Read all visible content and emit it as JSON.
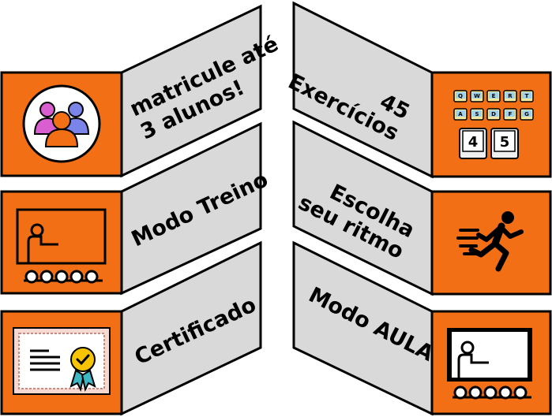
{
  "colors": {
    "orange": "#f26f15",
    "panel": "#d9d9d9",
    "outline": "#000000",
    "white": "#ffffff"
  },
  "features": [
    {
      "id": "students",
      "side": "left",
      "lines": [
        "matricule até",
        "3 alunos!"
      ],
      "icon": "students-group-icon"
    },
    {
      "id": "exercises",
      "side": "right",
      "lines": [
        "45",
        "Exercícios"
      ],
      "icon": "keyboard-keys-icon"
    },
    {
      "id": "training",
      "side": "left",
      "lines": [
        "Modo Treino"
      ],
      "icon": "presentation-board-icon"
    },
    {
      "id": "pace",
      "side": "right",
      "lines": [
        "Escolha",
        "seu ritmo"
      ],
      "icon": "running-person-icon"
    },
    {
      "id": "certificate",
      "side": "left",
      "lines": [
        "Certificado"
      ],
      "icon": "certificate-icon"
    },
    {
      "id": "class",
      "side": "right",
      "lines": [
        "Modo AULA"
      ],
      "icon": "classroom-board-icon"
    }
  ],
  "keyboard": {
    "row1": [
      "Q",
      "W",
      "E",
      "R",
      "T"
    ],
    "row2": [
      "A",
      "S",
      "D",
      "F",
      "G"
    ],
    "big_keys": [
      "4",
      "5"
    ]
  }
}
